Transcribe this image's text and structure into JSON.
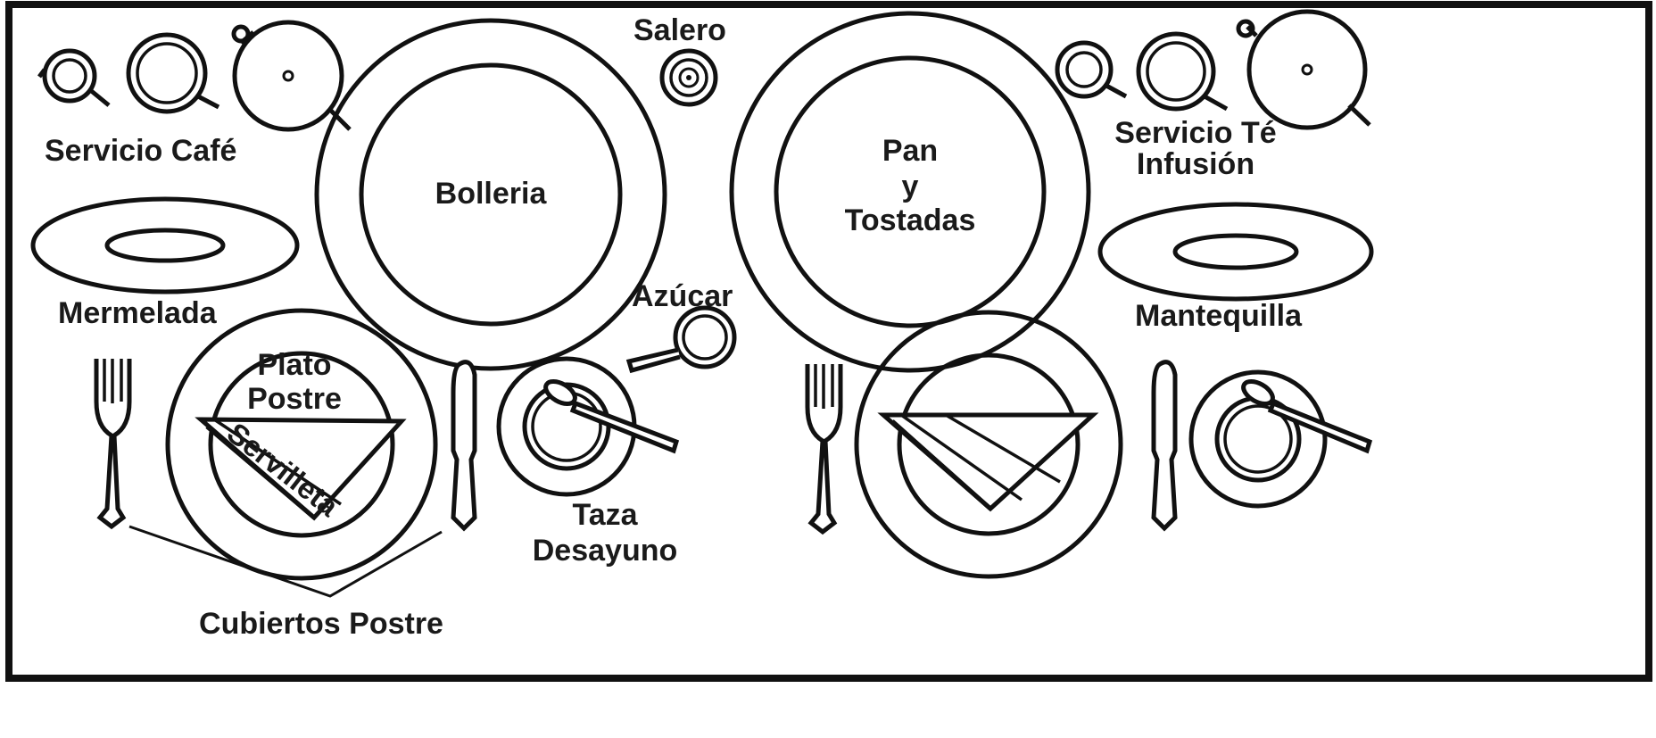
{
  "labels": {
    "salero": "Salero",
    "servicio_cafe": "Servicio Café",
    "bolleria": "Bolleria",
    "pan_line1": "Pan",
    "pan_line2": "y",
    "pan_line3": "Tostadas",
    "servicio_te_line1": "Servicio Té",
    "servicio_te_line2": "Infusión",
    "mermelada": "Mermelada",
    "azucar": "Azúcar",
    "mantequilla": "Mantequilla",
    "plato_postre_line1": "Plato",
    "plato_postre_line2": "Postre",
    "servilleta": "Servilleta",
    "taza_line1": "Taza",
    "taza_line2": "Desayuno",
    "cubiertos_postre": "Cubiertos Postre"
  },
  "icons": {
    "coffee_service": "coffee-service-icon",
    "tea_service": "tea-service-icon",
    "salt_shaker": "salt-shaker-icon",
    "sugar_bowl": "sugar-bowl-icon",
    "fork": "fork-icon",
    "knife": "knife-icon",
    "spoon": "spoon-icon",
    "napkin": "napkin-icon"
  },
  "colors": {
    "ink": "#111111",
    "background": "#ffffff"
  }
}
